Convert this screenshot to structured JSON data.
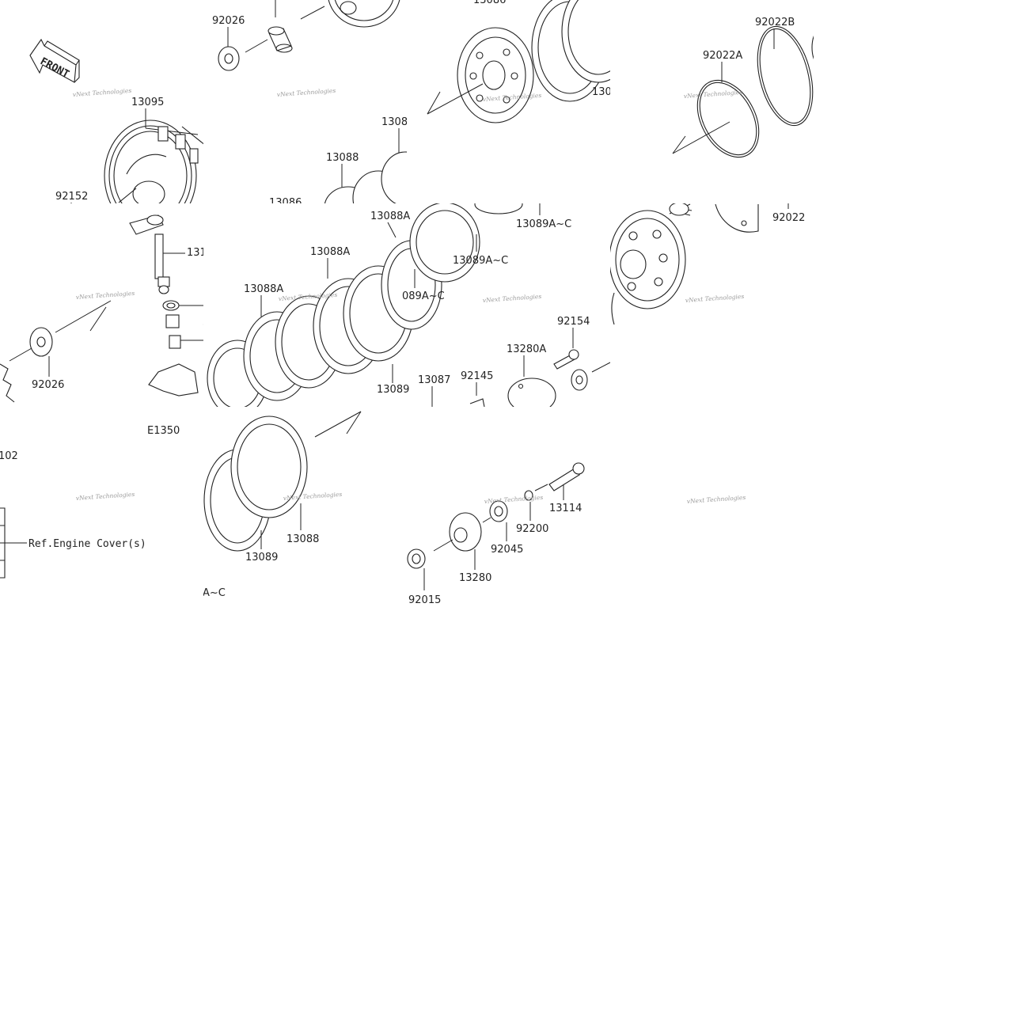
{
  "diagram": {
    "front_label": "FRONT",
    "ref_label": "Ref.Engine Cover(s)",
    "section_code": "E1350",
    "watermark_text": "vNext Technologies",
    "labels": [
      {
        "id": "92026-top",
        "text": "92026"
      },
      {
        "id": "13095",
        "text": "13095"
      },
      {
        "id": "92152",
        "text": "92152"
      },
      {
        "id": "13086-top",
        "text": "13086"
      },
      {
        "id": "1308-partial",
        "text": "1308"
      },
      {
        "id": "13088-a",
        "text": "13088"
      },
      {
        "id": "1308x-right",
        "text": "130"
      },
      {
        "id": "13086-mid",
        "text": "13086"
      },
      {
        "id": "92022B",
        "text": "92022B"
      },
      {
        "id": "92022A",
        "text": "92022A"
      },
      {
        "id": "92022",
        "text": "92022"
      },
      {
        "id": "13088A-1",
        "text": "13088A"
      },
      {
        "id": "13088A-2",
        "text": "13088A"
      },
      {
        "id": "13088A-3",
        "text": "13088A"
      },
      {
        "id": "13089A-C-1",
        "text": "13089A~C"
      },
      {
        "id": "13089A-C-2",
        "text": "13089A~C"
      },
      {
        "id": "13089A-C-3",
        "text": "089A~C"
      },
      {
        "id": "131-partial",
        "text": "131"
      },
      {
        "id": "8A-partial",
        "text": "8A"
      },
      {
        "id": "92026-left",
        "text": "92026"
      },
      {
        "id": "13089-mid",
        "text": "13089"
      },
      {
        "id": "13087",
        "text": "13087"
      },
      {
        "id": "92145",
        "text": "92145"
      },
      {
        "id": "13280A",
        "text": "13280A"
      },
      {
        "id": "92154",
        "text": "92154"
      },
      {
        "id": "102-partial",
        "text": "102"
      },
      {
        "id": "13088-b",
        "text": "13088"
      },
      {
        "id": "13089-b",
        "text": "13089"
      },
      {
        "id": "A-C-partial",
        "text": "A~C"
      },
      {
        "id": "13114",
        "text": "13114"
      },
      {
        "id": "92200",
        "text": "92200"
      },
      {
        "id": "92045",
        "text": "92045"
      },
      {
        "id": "13280",
        "text": "13280"
      },
      {
        "id": "92015",
        "text": "92015"
      }
    ]
  }
}
